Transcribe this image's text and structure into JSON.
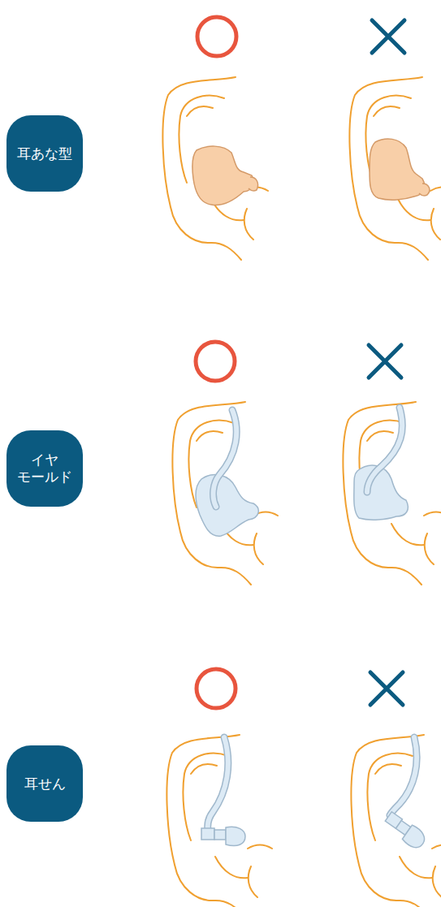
{
  "diagram": {
    "nodes": [
      {
        "text": [
          "耳あな型"
        ]
      },
      {
        "text": [
          "イヤ モールド"
        ]
      },
      {
        "text": [
          "耳せん"
        ]
      }
    ]
  }
}
